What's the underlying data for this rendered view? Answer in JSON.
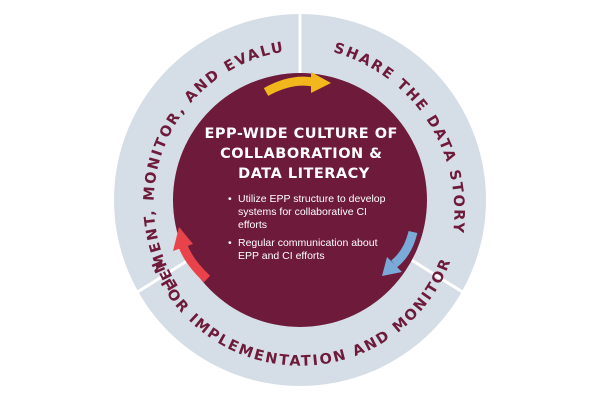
{
  "colors": {
    "ring": "#d5dee6",
    "center": "#6e1a3a",
    "label": "#6e1a3a",
    "divider": "#ffffff",
    "arrow_top": "#f2b71c",
    "arrow_right": "#7aaad8",
    "arrow_left": "#e8434a"
  },
  "ring_labels": {
    "implement": "IMPLEMENT, MONITOR, AND EVALUATE",
    "share": "SHARE THE DATA STORY",
    "plan": "PLAN FOR IMPLEMENTATION AND MONITORING"
  },
  "center": {
    "title_lines": [
      "EPP-WIDE CULTURE OF",
      "COLLABORATION &",
      "DATA LITERACY"
    ],
    "bullets": [
      "Utilize EPP structure to develop systems for collaborative CI efforts",
      "Regular communication about EPP and CI efforts"
    ]
  },
  "icons": {
    "arrow_top": "arrow-right-icon",
    "arrow_right": "arrow-down-icon",
    "arrow_left": "arrow-up-icon"
  }
}
